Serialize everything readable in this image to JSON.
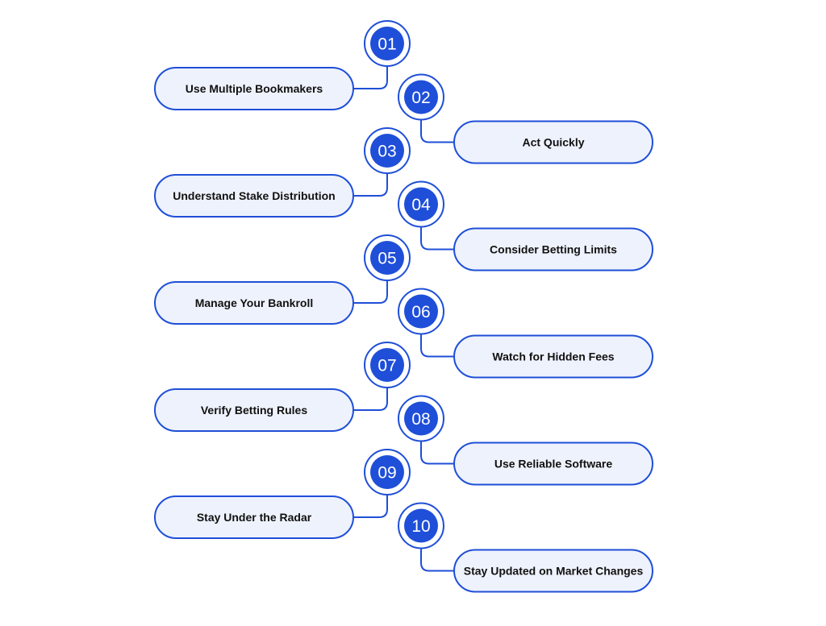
{
  "colors": {
    "accent": "#1f4fd8",
    "pill_fill": "#eef2fc",
    "text": "#111111",
    "number_text": "#ffffff",
    "background": "#ffffff"
  },
  "steps": [
    {
      "number": "01",
      "label": "Use Multiple Bookmakers",
      "side": "left"
    },
    {
      "number": "02",
      "label": "Act Quickly",
      "side": "right"
    },
    {
      "number": "03",
      "label": "Understand Stake Distribution",
      "side": "left"
    },
    {
      "number": "04",
      "label": "Consider Betting Limits",
      "side": "right"
    },
    {
      "number": "05",
      "label": "Manage Your Bankroll",
      "side": "left"
    },
    {
      "number": "06",
      "label": "Watch for Hidden Fees",
      "side": "right"
    },
    {
      "number": "07",
      "label": "Verify Betting Rules",
      "side": "left"
    },
    {
      "number": "08",
      "label": "Use Reliable Software",
      "side": "right"
    },
    {
      "number": "09",
      "label": "Stay Under the Radar",
      "side": "left"
    },
    {
      "number": "10",
      "label": "Stay Updated on Market Changes",
      "side": "right"
    }
  ]
}
